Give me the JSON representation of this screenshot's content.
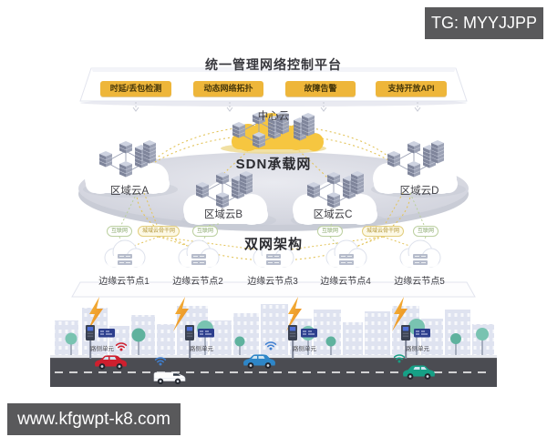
{
  "watermarks": {
    "top": "TG: MYYJJPP",
    "bottom": "www.kfgwpt-k8.com"
  },
  "platform": {
    "title": "统一管理网络控制平台",
    "buttons": [
      {
        "label": "时延/丢包检测"
      },
      {
        "label": "动态网络拓扑"
      },
      {
        "label": "故障告警"
      },
      {
        "label": "支持开放API"
      }
    ]
  },
  "clouds": {
    "center_label": "中心云",
    "sdn_label": "SDN承载网",
    "regional": [
      {
        "label": "区域云A"
      },
      {
        "label": "区域云B"
      },
      {
        "label": "区域云C"
      },
      {
        "label": "区域云D"
      }
    ],
    "dual_net_label": "双网架构"
  },
  "network_pills": [
    {
      "label": "互联网",
      "type": "green"
    },
    {
      "label": "城域云骨干网",
      "type": "yellow"
    },
    {
      "label": "互联网",
      "type": "green"
    },
    {
      "label": "互联网",
      "type": "green"
    },
    {
      "label": "城域云骨干网",
      "type": "yellow"
    },
    {
      "label": "互联网",
      "type": "green"
    }
  ],
  "edge_nodes": [
    {
      "label": "边缘云节点1"
    },
    {
      "label": "边缘云节点2"
    },
    {
      "label": "边缘云节点3"
    },
    {
      "label": "边缘云节点4"
    },
    {
      "label": "边缘云节点5"
    }
  ],
  "road": {
    "rsu_label": "路侧单元"
  },
  "icons": [
    "cloud-icon",
    "server-cluster-icon",
    "lightning-icon",
    "wifi-icon",
    "roadside-unit-icon",
    "car-icon",
    "chevron-down-icon"
  ],
  "colors": {
    "accent_yellow": "#eeb63a",
    "cloud_yellow": "#f6c640",
    "disc_gray": "#d6d8e1",
    "pill_green": "#86a668",
    "pill_yellow": "#b4983a",
    "lightning_orange": "#f0a12c",
    "road_gray": "#4b4c52",
    "watermark_bg": "#59595b",
    "car_red": "#cf1f2e",
    "car_blue": "#2e86c8",
    "car_teal": "#16a086"
  }
}
